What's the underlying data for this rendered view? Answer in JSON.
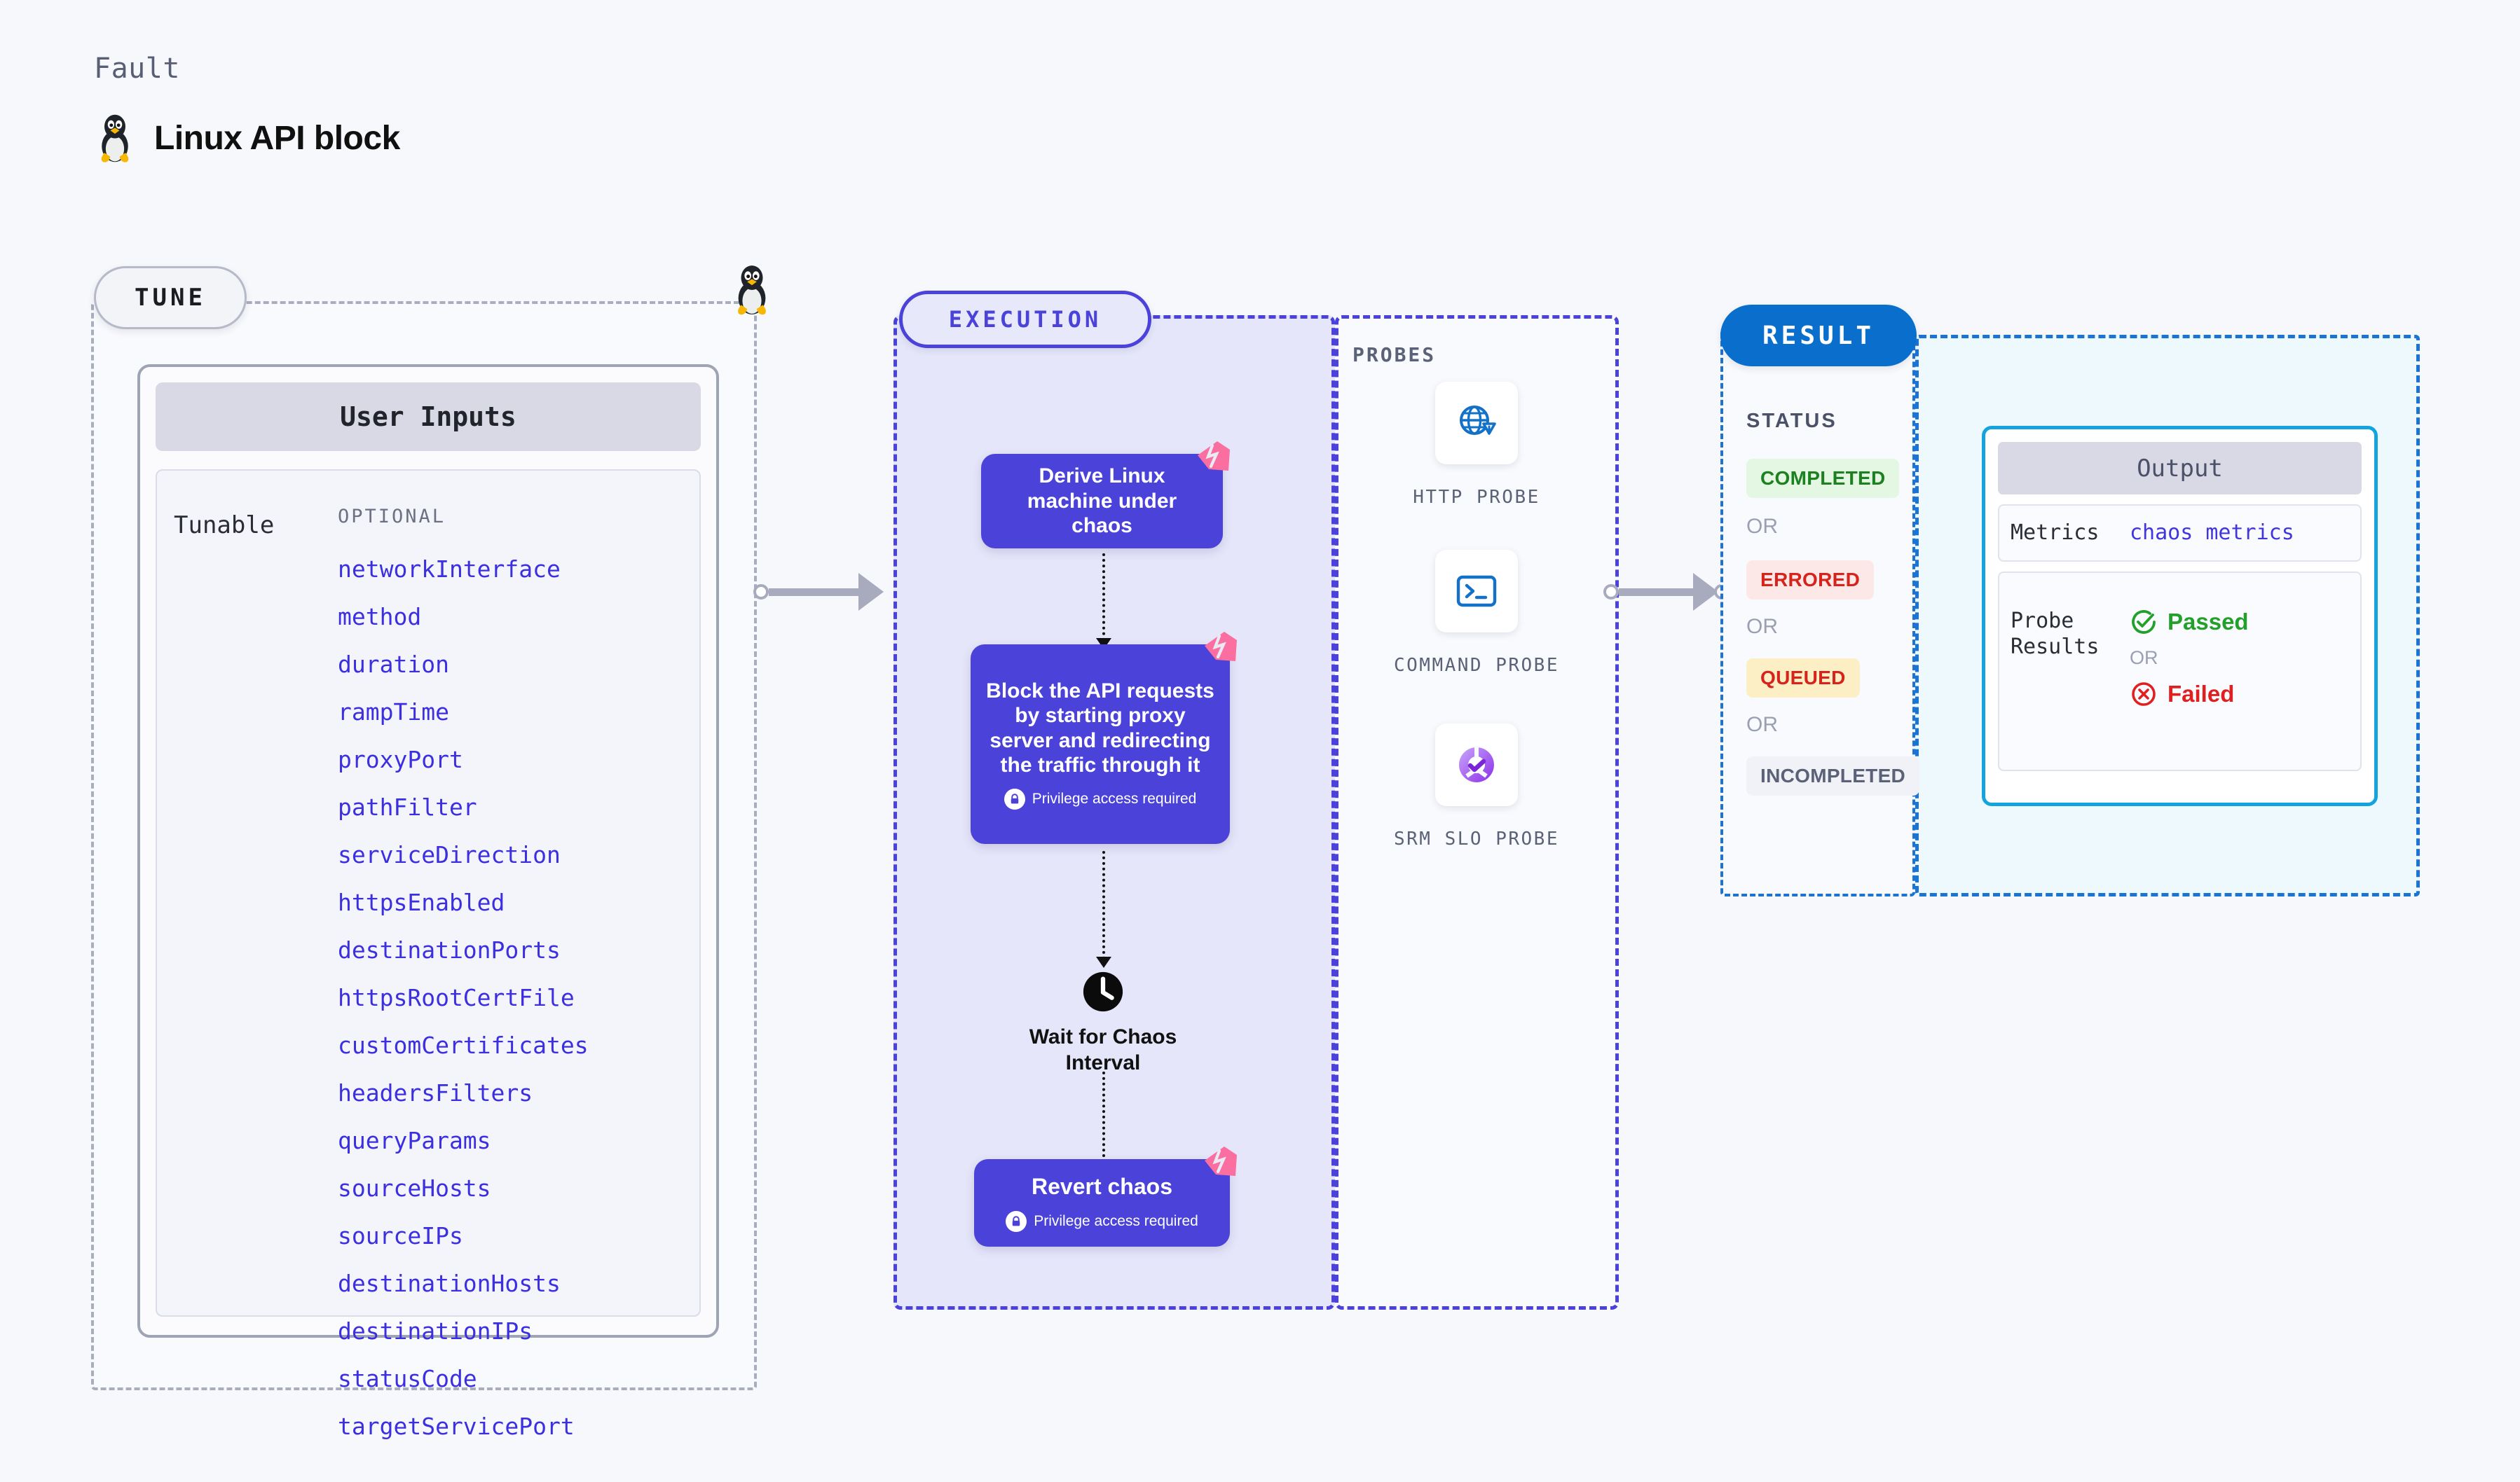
{
  "header": {
    "kicker": "Fault",
    "title": "Linux API block",
    "icon": "linux-tux-icon"
  },
  "tune": {
    "badge": "TUNE",
    "card_title": "User Inputs",
    "tunable_label": "Tunable",
    "optional_label": "OPTIONAL",
    "optional_params": [
      "networkInterface",
      "method",
      "duration",
      "rampTime",
      "proxyPort",
      "pathFilter",
      "serviceDirection",
      "httpsEnabled",
      "destinationPorts",
      "httpsRootCertFile",
      "customCertificates",
      "headersFilters",
      "queryParams",
      "sourceHosts",
      "sourceIPs",
      "destinationHosts",
      "destinationIPs",
      "statusCode",
      "targetServicePort"
    ]
  },
  "execution": {
    "badge": "EXECUTION",
    "nodes": [
      {
        "text": "Derive Linux machine under chaos",
        "privilege": null,
        "badge": "litmus-logo-icon"
      },
      {
        "text": "Block the API requests by starting proxy server and redirecting the traffic through it",
        "privilege": "Privilege access required",
        "badge": "litmus-logo-icon"
      },
      {
        "text": "Revert chaos",
        "privilege": "Privilege access required",
        "badge": "litmus-logo-icon"
      }
    ],
    "wait": {
      "label": "Wait for Chaos Interval",
      "icon": "clock-icon"
    }
  },
  "probes": {
    "title": "PROBES",
    "items": [
      {
        "label": "HTTP PROBE",
        "icon": "globe-warning-icon"
      },
      {
        "label": "COMMAND PROBE",
        "icon": "terminal-icon"
      },
      {
        "label": "SRM SLO PROBE",
        "icon": "slo-donut-check-icon"
      }
    ]
  },
  "result": {
    "badge": "RESULT",
    "status_title": "STATUS",
    "or_label": "OR",
    "statuses": [
      {
        "label": "COMPLETED",
        "color": "#1D8021",
        "bg": "#E4F7E2"
      },
      {
        "label": "ERRORED",
        "color": "#D6231C",
        "bg": "#FCE9E7"
      },
      {
        "label": "QUEUED",
        "color": "#D6231C",
        "bg": "#FCEFC6"
      },
      {
        "label": "INCOMPLETED",
        "color": "#5B6278",
        "bg": "#F1F2F7"
      }
    ],
    "output": {
      "title": "Output",
      "metrics_key": "Metrics",
      "metrics_value": "chaos metrics",
      "probe_key": "Probe Results",
      "passed": "Passed",
      "failed": "Failed",
      "or_label": "OR",
      "passed_color": "#22A02B",
      "failed_color": "#E02020"
    }
  },
  "colors": {
    "accent_purple": "#4A42D9",
    "accent_blue": "#0A6FCC",
    "litmus_pink": "#FB6EA0",
    "canvas": "#F7F8FC"
  }
}
